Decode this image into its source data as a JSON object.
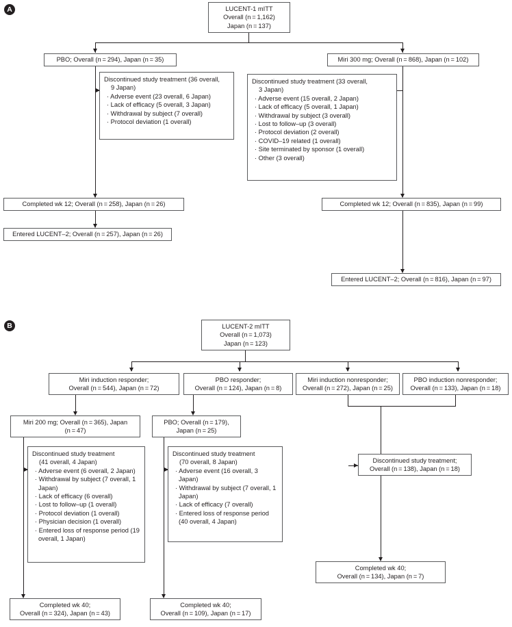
{
  "figure": {
    "type": "consort-flow-diagram",
    "panels": [
      {
        "id": "A",
        "label": "A",
        "title": "LUCENT-1 flow"
      },
      {
        "id": "B",
        "label": "B",
        "title": "LUCENT-2 flow"
      }
    ],
    "colors": {
      "box_border": "#58595b",
      "connector": "#231f20",
      "text": "#231f20",
      "badge_bg": "#231f20",
      "background": "#ffffff"
    }
  },
  "panelA": {
    "root": {
      "l1": "LUCENT-1 mITT",
      "l2": "Overall (n = 1,162)",
      "l3": "Japan (n = 137)"
    },
    "pbo_arm": {
      "l1": "PBO; Overall (n = 294), Japan (n = 35)"
    },
    "miri_arm": {
      "l1": "Miri 300 mg; Overall (n = 868), Japan (n = 102)"
    },
    "pbo_discontinued": {
      "header1": "Discontinued study treatment (36 overall,",
      "header2": "9 Japan)",
      "reasons": [
        "· Adverse event (23 overall, 6 Japan)",
        "· Lack of efficacy (5 overall, 3 Japan)",
        "· Withdrawal by subject (7 overall)",
        "· Protocol deviation (1 overall)"
      ]
    },
    "miri_discontinued": {
      "header1": "Discontinued study treatment (33 overall,",
      "header2": "3 Japan)",
      "reasons": [
        "· Adverse event (15 overall, 2 Japan)",
        "· Lack of efficacy (5 overall, 1 Japan)",
        "· Withdrawal by subject (3 overall)",
        "· Lost to follow–up (3 overall)",
        "· Protocol deviation (2 overall)",
        "· COVID–19 related (1 overall)",
        "· Site terminated by sponsor (1 overall)",
        "· Other (3 overall)"
      ]
    },
    "pbo_completed": {
      "l1": "Completed wk 12; Overall (n = 258), Japan (n = 26)"
    },
    "pbo_entered": {
      "l1": "Entered LUCENT–2; Overall (n = 257), Japan (n = 26)"
    },
    "miri_completed": {
      "l1": "Completed wk 12; Overall (n = 835), Japan (n = 99)"
    },
    "miri_entered": {
      "l1": "Entered LUCENT–2; Overall (n = 816), Japan (n = 97)"
    }
  },
  "panelB": {
    "root": {
      "l1": "LUCENT-2 mITT",
      "l2": "Overall (n = 1,073)",
      "l3": "Japan (n = 123)"
    },
    "groups": [
      {
        "l1": "Miri induction responder;",
        "l2": "Overall (n = 544), Japan (n = 72)"
      },
      {
        "l1": "PBO responder;",
        "l2": "Overall (n = 124), Japan (n = 8)"
      },
      {
        "l1": "Miri induction nonresponder;",
        "l2": "Overall (n = 272), Japan (n = 25)"
      },
      {
        "l1": "PBO induction nonresponder;",
        "l2": "Overall (n = 133), Japan (n = 18)"
      }
    ],
    "miri200_arm": {
      "l1": "Miri 200 mg; Overall (n = 365), Japan",
      "l2": "(n = 47)"
    },
    "pbo_arm": {
      "l1": "PBO; Overall (n = 179),",
      "l2": "Japan (n = 25)"
    },
    "miri200_discontinued": {
      "header1": "Discontinued study treatment",
      "header2": "(41 overall, 4 Japan)",
      "reasons": [
        "· Adverse event (6 overall, 2 Japan)",
        "· Withdrawal by subject (7 overall, 1 Japan)",
        "· Lack of efficacy (6 overall)",
        "· Lost to follow–up (1 overall)",
        "· Protocol deviation (1 overall)",
        "· Physician decision (1 overall)",
        "· Entered loss of response period (19 overall, 1 Japan)"
      ]
    },
    "pbo_discontinued": {
      "header1": "Discontinued study treatment",
      "header2": "(70 overall, 8 Japan)",
      "reasons": [
        "· Adverse event (16 overall, 3 Japan)",
        "· Withdrawal by subject (7 overall, 1 Japan)",
        "· Lack of efficacy (7 overall)",
        "· Entered loss of response period (40 overall, 4 Japan)"
      ]
    },
    "nonresponder_discontinued": {
      "l1": "Discontinued study treatment;",
      "l2": "Overall (n = 138), Japan (n = 18)"
    },
    "nonresponder_completed": {
      "l1": "Completed wk 40;",
      "l2": "Overall (n = 134), Japan (n = 7)"
    },
    "miri200_completed": {
      "l1": "Completed wk 40;",
      "l2": "Overall (n = 324), Japan (n = 43)"
    },
    "pbo_completed": {
      "l1": "Completed wk 40;",
      "l2": "Overall (n = 109), Japan (n = 17)"
    }
  }
}
